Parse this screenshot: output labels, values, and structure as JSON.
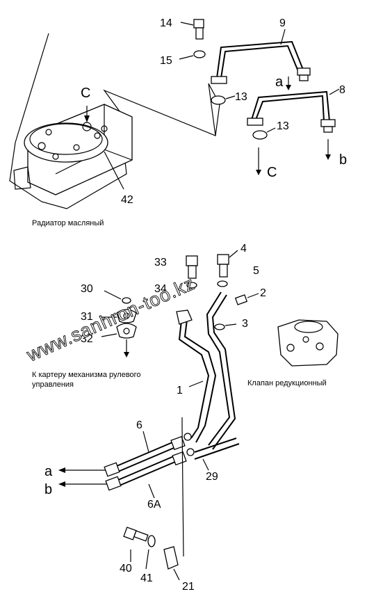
{
  "callouts": {
    "c14": "14",
    "c9": "9",
    "c15": "15",
    "c13a": "13",
    "c8": "8",
    "c13b": "13",
    "c42": "42",
    "c33": "33",
    "c4": "4",
    "c5": "5",
    "c30": "30",
    "c34": "34",
    "c2": "2",
    "c31": "31",
    "c3": "3",
    "c32": "32",
    "c1": "1",
    "c6": "6",
    "c29": "29",
    "c6a": "6A",
    "c40": "40",
    "c41": "41",
    "c21": "21"
  },
  "letters": {
    "c_top": "C",
    "c_arrow": "C",
    "a_top": "a",
    "b_top": "b",
    "a_bottom": "a",
    "b_bottom": "b"
  },
  "captions": {
    "radiator": "Радиатор масляный",
    "steering_line1": "К картеру механизма рулевого",
    "steering_line2": "управления",
    "valve": "Клапан редукционный"
  },
  "watermark": "www.sanhron-too.kz"
}
